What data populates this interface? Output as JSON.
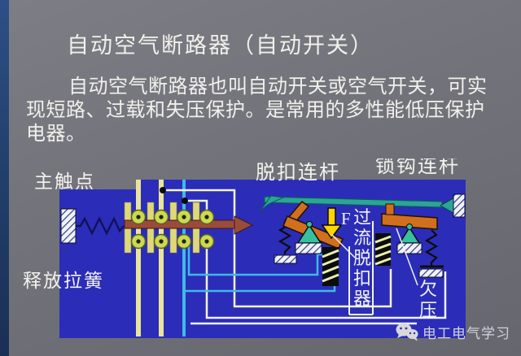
{
  "slide": {
    "title": "自动空气断路器（自动开关）",
    "body_lines": [
      "自动空气断路器也叫自动开关或空气开关，可实",
      "现短路、过载和失压保护。是常用的多性能低压保护",
      "电器。"
    ]
  },
  "diagram": {
    "labels": {
      "main_contact": "主触点",
      "release_spring": "释放拉簧",
      "trip_linkage": "脱扣连杆",
      "latch_linkage": "锁钩连杆",
      "force": "F",
      "overcurrent_trip_chars": [
        "过",
        "流",
        "脱",
        "扣",
        "器"
      ],
      "undervoltage_chars": [
        "欠",
        "压"
      ]
    },
    "colors": {
      "panel_blue": "#2b2db8",
      "lever_teal": "#2aa596",
      "pivot_teal": "#35c0a0",
      "armature_orange": "#d06f1e",
      "contact_bar_brown": "#9a4c3a",
      "contact_yellow": "#cbd952",
      "slat_yellow": "#ded879",
      "column_yellow": "#e9e49c",
      "wire_white": "#f2f2f2",
      "wire_cyan": "#3fb9e9",
      "arrow_yellow": "#ffd400"
    }
  },
  "watermark": {
    "text": "电工电气学习"
  }
}
